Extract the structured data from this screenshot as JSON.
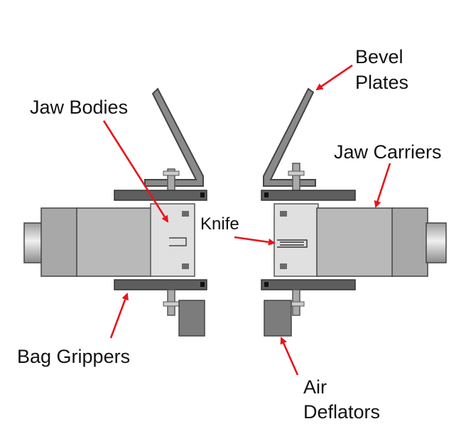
{
  "labels": {
    "bevel_plates_line1": "Bevel",
    "bevel_plates_line2": "Plates",
    "jaw_bodies": "Jaw Bodies",
    "jaw_carriers": "Jaw Carriers",
    "knife": "Knife",
    "bag_grippers": "Bag Grippers",
    "air_deflators_line1": "Air",
    "air_deflators_line2": "Deflators"
  },
  "colors": {
    "arrow": "#e8141b",
    "text": "#111111",
    "body_gray": "#c9c9c9",
    "dark_gray": "#5a5a5a",
    "mid_gray": "#9a9a9a",
    "light_gray": "#e2e2e2"
  }
}
